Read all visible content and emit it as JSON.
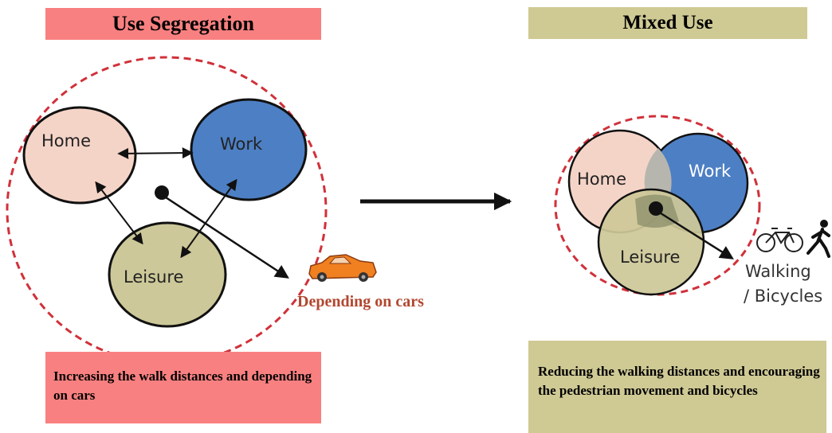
{
  "left_panel": {
    "title": "Use Segregation",
    "circles": {
      "home": "Home",
      "work": "Work",
      "leisure": "Leisure"
    },
    "car_label": "Depending on cars",
    "note": "Increasing the walk distances and depending on cars"
  },
  "right_panel": {
    "title": "Mixed Use",
    "circles": {
      "home": "Home",
      "work": "Work",
      "leisure": "Leisure"
    },
    "walk_label_1": "Walking",
    "walk_label_2": "/ Bicycles",
    "note": "Reducing the walking distances and encouraging the pedestrian movement and bicycles"
  },
  "colors": {
    "segregation_accent": "#f98080",
    "mixed_accent": "#cfc994",
    "home_fill": "#f5d4c8",
    "work_fill": "#4d7fc4",
    "leisure_fill": "#cdc899",
    "boundary_dash": "#d0313a",
    "car_color": "#f08020"
  },
  "icons": [
    "car-icon",
    "bicycle-icon",
    "pedestrian-icon"
  ]
}
